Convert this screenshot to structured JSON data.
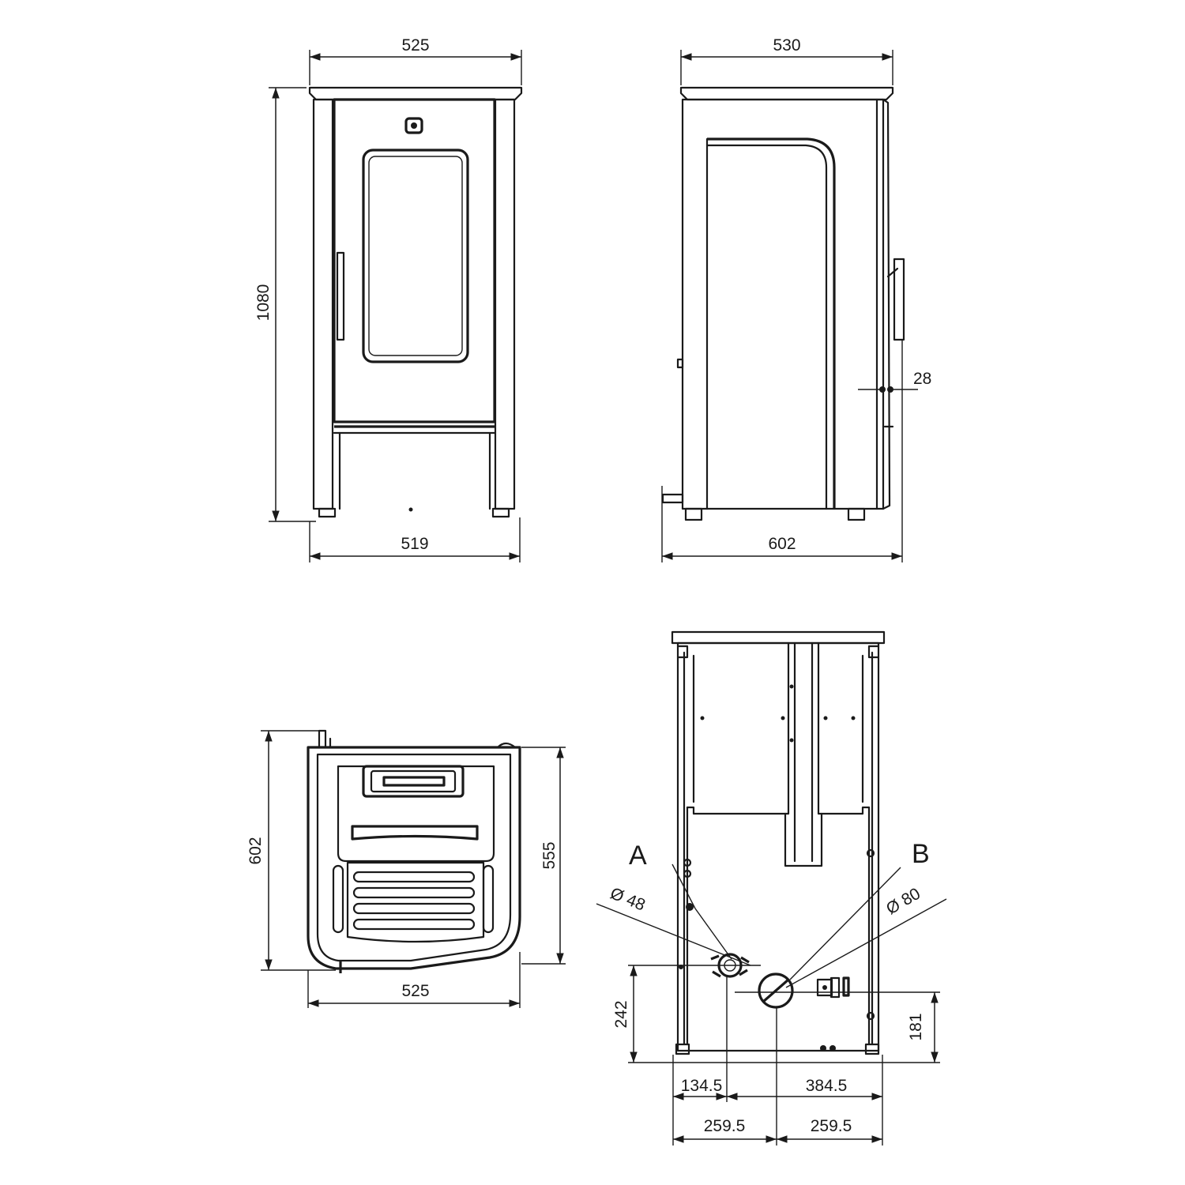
{
  "dimensions": {
    "front_top_width": "525",
    "front_height": "1080",
    "front_base_width": "519",
    "side_top_width": "530",
    "side_depth": "602",
    "side_offset": "28",
    "top_view_depth": "602",
    "top_view_inner_depth": "555",
    "top_view_width": "525",
    "rear_height_a": "242",
    "rear_height_b": "181",
    "rear_offset_a": "134.5",
    "rear_offset_b": "384.5",
    "rear_half_left": "259.5",
    "rear_half_right": "259.5"
  },
  "connections": {
    "a_label": "A",
    "a_diameter": "Ø 48",
    "b_label": "B",
    "b_diameter": "Ø 80"
  }
}
